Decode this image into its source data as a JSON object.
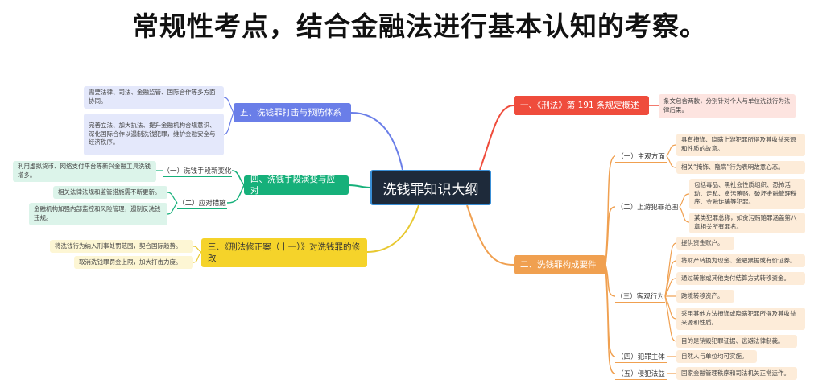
{
  "heading": "常规性考点，结合金融法进行基本认知的考察。",
  "center": "洗钱罪知识大纲",
  "colors": {
    "red": "#ef4c3c",
    "orange": "#f0a050",
    "green": "#16b07a",
    "yellow": "#e8c830",
    "blue": "#6a7ee8"
  },
  "b1": {
    "title": "一、《刑法》第 191 条规定概述",
    "leaf": "条文包含两款，分别针对个人与单位洗钱行为法律后果。"
  },
  "b2": {
    "title": "二、洗钱罪构成要件",
    "s1": {
      "label": "（一）主观方面",
      "leaves": [
        "具有掩饰、隐瞒上游犯罪所得及其收益来源和性质的故意。",
        "相关“掩饰、隐瞒”行为表明故意心态。"
      ]
    },
    "s2": {
      "label": "（二）上游犯罪范围",
      "leaves": [
        "包括毒品、黑社会性质组织、恐怖活动、走私、贪污贿赂、破坏金融管理秩序、金融诈骗等犯罪。",
        "某类犯罪总称，如贪污贿赂罪涵盖第八章相关所有罪名。"
      ]
    },
    "s3": {
      "label": "（三）客观行为",
      "leaves": [
        "提供资金账户。",
        "将财产转换为现金、金融票据或有价证券。",
        "通过转账或其他支付结算方式转移资金。",
        "跨境转移资产。",
        "采用其他方法掩饰或隐瞒犯罪所得及其收益来源和性质。",
        "目的是销毁犯罪证据、逃避法律制裁。"
      ]
    },
    "s4": {
      "label": "（四）犯罪主体",
      "leaf": "自然人与单位均可实施。"
    },
    "s5": {
      "label": "（五）侵犯法益",
      "leaf": "国家金融管理秩序和司法机关正常运作。"
    }
  },
  "b3": {
    "title": "三、《刑法修正案（十一）》对洗钱罪的修改",
    "leaves": [
      "将洗钱行为纳入刑事处罚范围，契合国际趋势。",
      "取消洗钱罪罚金上限，加大打击力度。"
    ]
  },
  "b4": {
    "title": "四、洗钱手段演变与应对",
    "s1": {
      "label": "（一）洗钱手段新变化",
      "leaf": "利用虚拟货币、网络支付平台等新兴金融工具洗钱增多。"
    },
    "s2": {
      "label": "（二）应对措施",
      "leaves": [
        "相关法律法规和监管措施需不断更新。",
        "金融机构加强内部监控和风险管理，遏制反洗钱违规。"
      ]
    }
  },
  "b5": {
    "title": "五、洗钱罪打击与预防体系",
    "leaves": [
      "需要法律、司法、金融监管、国际合作等多方面协同。",
      "完善立法、加大执法、提升金融机构合规意识、深化国际合作以遏制洗钱犯罪，维护金融安全与经济秩序。"
    ]
  }
}
